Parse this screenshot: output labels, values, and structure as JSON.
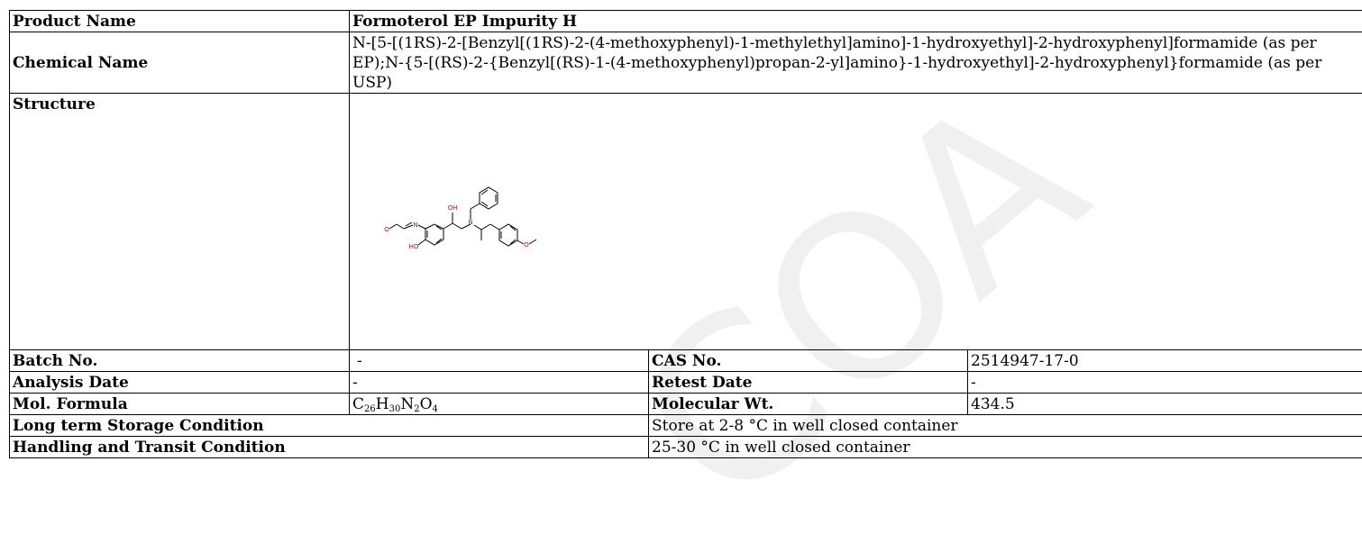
{
  "watermark_text": "COA",
  "product_name_label": "Product Name",
  "product_name": "Formoterol EP Impurity H",
  "chemical_name_label": "Chemical Name",
  "chemical_name": "N-[5-[(1RS)-2-[Benzyl[(1RS)-2-(4-methoxyphenyl)-1-methylethyl]amino]-1-hydroxyethyl]-2-hydroxyphenyl]formamide (as per EP);N-{5-[(RS)-2-{Benzyl[(RS)-1-(4-methoxyphenyl)propan-2-yl]amino}-1-hydroxyethyl]-2-hydroxyphenyl}formamide (as per USP)",
  "structure_label": "Structure",
  "structure_atoms": {
    "O": "O",
    "N_amide": "N",
    "OH_top": "OH",
    "N_amine": "N",
    "HO": "HO",
    "O_methoxy": "O"
  },
  "batch_no_label": "Batch No.",
  "batch_no": "-",
  "cas_no_label": "CAS No.",
  "cas_no": "2514947-17-0",
  "analysis_date_label": "Analysis Date",
  "analysis_date": "-",
  "retest_date_label": "Retest Date",
  "retest_date": "-",
  "mol_formula_label": "Mol. Formula",
  "mol_formula": {
    "C": "C",
    "C_n": "26",
    "H": "H",
    "H_n": "30",
    "N": "N",
    "N_n": "2",
    "O": "O",
    "O_n": "4"
  },
  "mol_wt_label": "Molecular Wt.",
  "mol_wt": "434.5",
  "storage_label": "Long term Storage Condition",
  "storage": "Store at 2-8 °C in well closed container",
  "transit_label": "Handling and Transit Condition",
  "transit": "25-30 °C in well closed container",
  "colors": {
    "oxygen": "#e00000",
    "nitrogen": "#1f3fd0",
    "watermark": "#f0f0f0",
    "border": "#000000"
  }
}
